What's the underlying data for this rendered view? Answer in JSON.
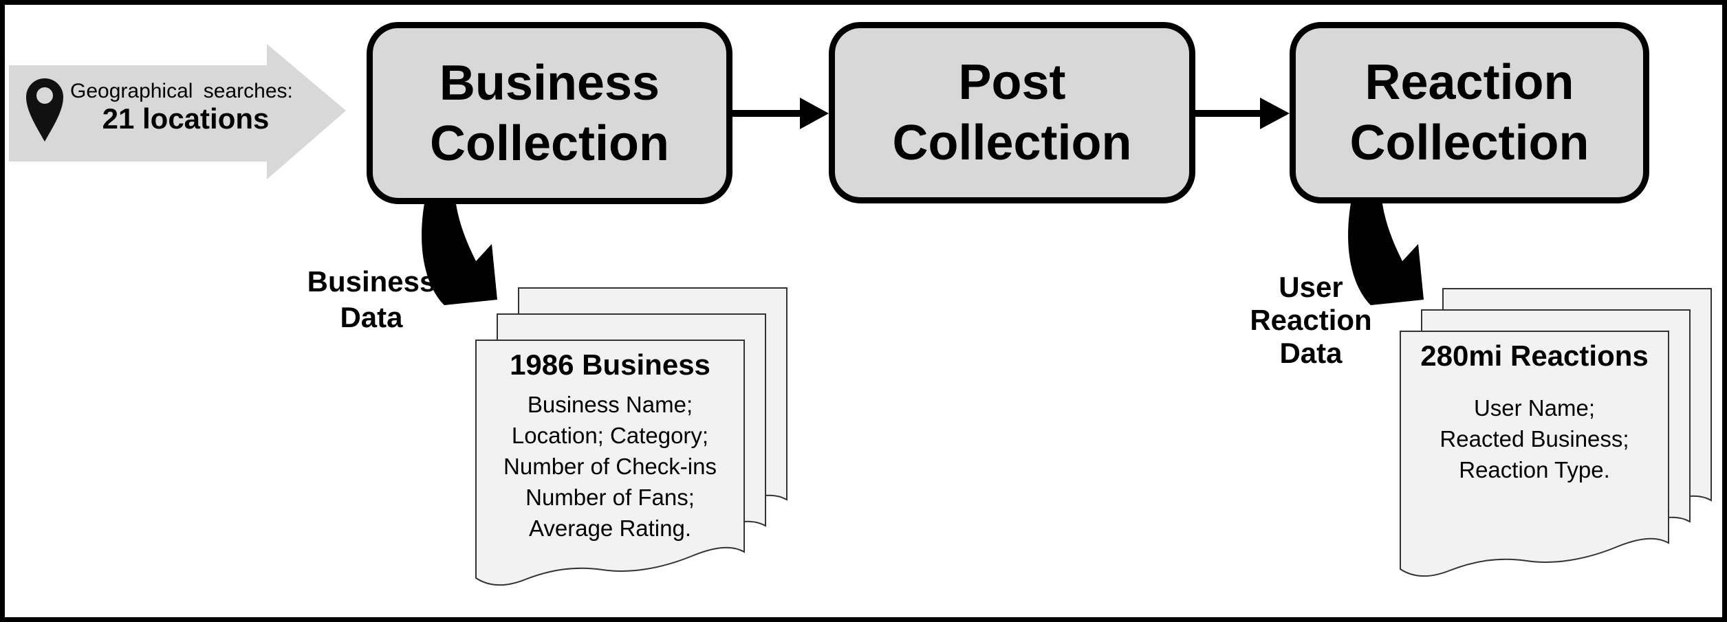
{
  "colors": {
    "background": "#ffffff",
    "shape_fill": "#d8d8d8",
    "document_fill": "#f2f2f2",
    "line": "#000000"
  },
  "source": {
    "icon": "location-pin",
    "label_line1": "Geographical searches:",
    "label_line2": "21 locations"
  },
  "pipeline": [
    {
      "title_line1": "Business",
      "title_line2": "Collection"
    },
    {
      "title_line1": "Post",
      "title_line2": "Collection"
    },
    {
      "title_line1": "Reaction",
      "title_line2": "Collection"
    }
  ],
  "business_output": {
    "label_line1": "Business",
    "label_line2": "Data",
    "doc_title": "1986 Business",
    "doc_lines": [
      "Business Name;",
      "Location; Category;",
      "Number of Check-ins",
      "Number of Fans;",
      "Average Rating."
    ]
  },
  "reaction_output": {
    "label_line1": "User",
    "label_line2": "Reaction",
    "label_line3": "Data",
    "doc_title": "280mi Reactions",
    "doc_lines": [
      "User Name;",
      "Reacted Business;",
      "Reaction Type."
    ]
  }
}
